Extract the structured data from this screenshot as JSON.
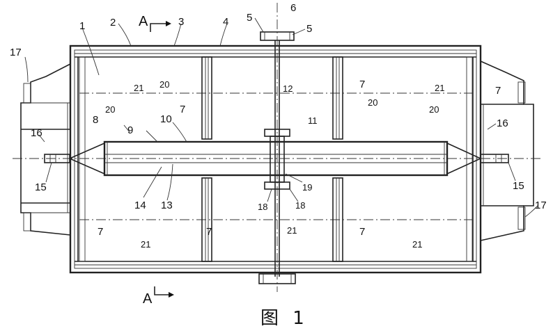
{
  "figure": {
    "caption": "图 1",
    "section_marks": [
      "A",
      "A"
    ],
    "labels": {
      "n1": "1",
      "n2": "2",
      "n3": "3",
      "n4": "4",
      "n5a": "5",
      "n5b": "5",
      "n6": "6",
      "n7a": "7",
      "n7b": "7",
      "n7c": "7",
      "n7d": "7",
      "n7e": "7",
      "n7f": "7",
      "n8": "8",
      "n9": "9",
      "n10": "10",
      "n11": "11",
      "n12": "12",
      "n13": "13",
      "n14": "14",
      "n15a": "15",
      "n15b": "15",
      "n16a": "16",
      "n16b": "16",
      "n17a": "17",
      "n17b": "17",
      "n18a": "18",
      "n18b": "18",
      "n19": "19",
      "n20a": "20",
      "n20b": "20",
      "n20c": "20",
      "n20d": "20",
      "n21a": "21",
      "n21b": "21",
      "n21c": "21",
      "n21d": "21",
      "n21e": "21"
    }
  }
}
